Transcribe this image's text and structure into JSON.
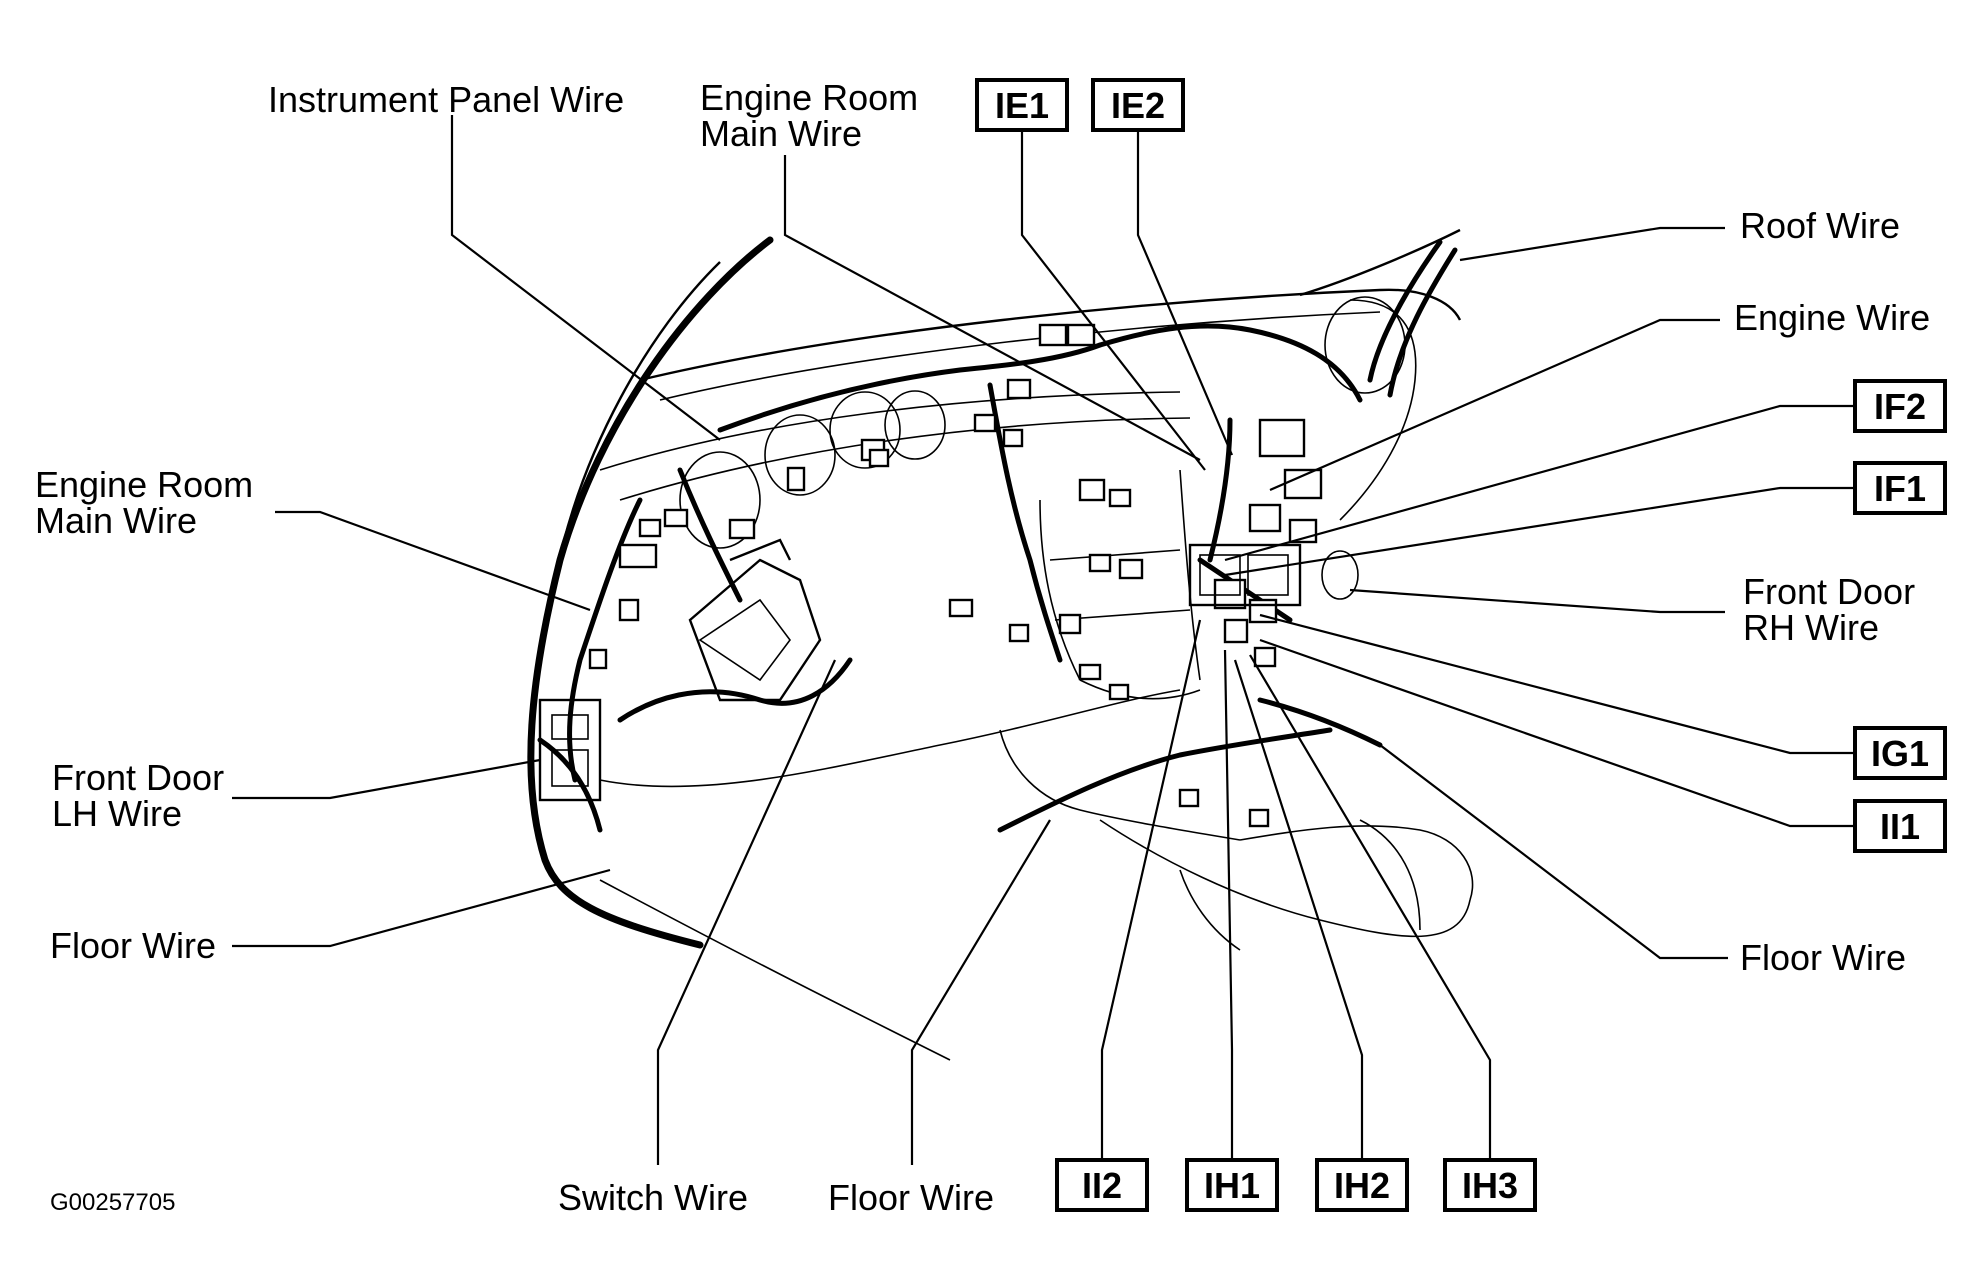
{
  "figure_code": "G00257705",
  "labels": {
    "instrument_panel_wire": "Instrument Panel Wire",
    "engine_room_main_wire_top_1": "Engine Room",
    "engine_room_main_wire_top_2": "Main Wire",
    "engine_room_main_wire_left_1": "Engine Room",
    "engine_room_main_wire_left_2": "Main Wire",
    "roof_wire": "Roof Wire",
    "engine_wire": "Engine Wire",
    "front_door_rh_wire_1": "Front Door",
    "front_door_rh_wire_2": "RH Wire",
    "front_door_lh_wire_1": "Front Door",
    "front_door_lh_wire_2": "LH Wire",
    "floor_wire_left": "Floor Wire",
    "floor_wire_right": "Floor Wire",
    "floor_wire_bottom": "Floor Wire",
    "switch_wire": "Switch Wire"
  },
  "connectors": {
    "ie1": "IE1",
    "ie2": "IE2",
    "if2": "IF2",
    "if1": "IF1",
    "ig1": "IG1",
    "ii1": "II1",
    "ii2": "II2",
    "ih1": "IH1",
    "ih2": "IH2",
    "ih3": "IH3"
  }
}
